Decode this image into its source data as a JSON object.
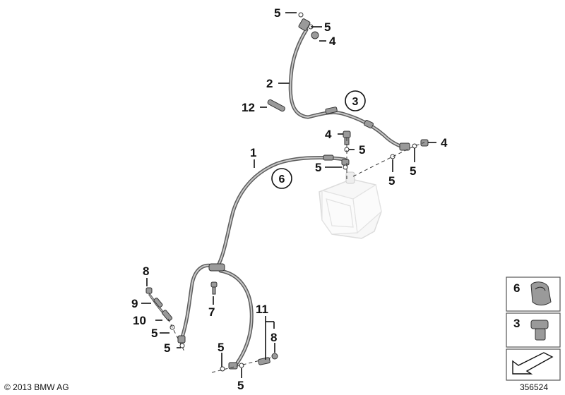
{
  "callouts": {
    "n1": "1",
    "n2": "2",
    "n3_circle": "3",
    "n4a": "4",
    "n4b": "4",
    "n4c": "4",
    "n5a": "5",
    "n5b": "5",
    "n5c": "5",
    "n5d": "5",
    "n5e": "5",
    "n5f": "5",
    "n5g": "5",
    "n5h": "5",
    "n5i": "5",
    "n5j": "5",
    "n6_circle": "6",
    "n7": "7",
    "n8a": "8",
    "n8b": "8",
    "n9": "9",
    "n10": "10",
    "n11": "11",
    "n12": "12"
  },
  "legend": {
    "item6": "6",
    "item3": "3"
  },
  "footer": {
    "copyright": "© 2013 BMW AG",
    "drawing_number": "356524"
  }
}
